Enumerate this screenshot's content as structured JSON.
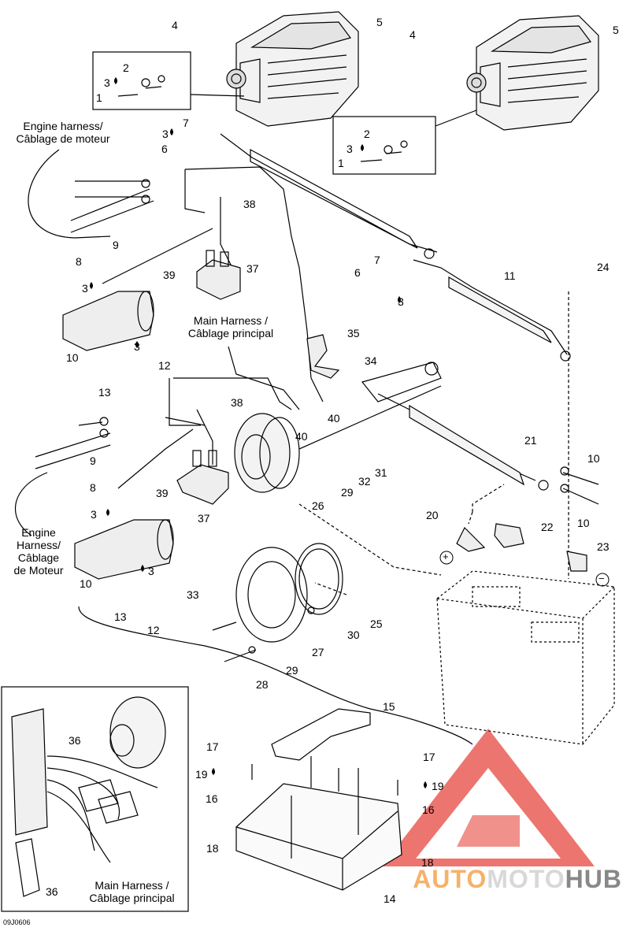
{
  "diagram_code": "09J0606",
  "callouts": {
    "upper_left_engine": [
      "4",
      "5",
      "2",
      "3",
      "1"
    ],
    "upper_right_engine": [
      "4",
      "5",
      "2",
      "3",
      "1"
    ]
  },
  "captions": {
    "engine_harness_top": [
      "Engine harness/",
      "Câblage de moteur"
    ],
    "main_harness_mid": [
      "Main Harness /",
      "Câblage principal"
    ],
    "engine_harness_left": [
      "Engine",
      "Harness/",
      "Câblage",
      "de Moteur"
    ],
    "main_harness_inset": [
      "Main Harness /",
      "Câblage principal"
    ]
  },
  "labels": [
    {
      "id": "l4a",
      "text": "4"
    },
    {
      "id": "l5a",
      "text": "5"
    },
    {
      "id": "l2a",
      "text": "2"
    },
    {
      "id": "l3a",
      "text": "3"
    },
    {
      "id": "l1a",
      "text": "1"
    },
    {
      "id": "l4b",
      "text": "4"
    },
    {
      "id": "l5b",
      "text": "5"
    },
    {
      "id": "l2b",
      "text": "2"
    },
    {
      "id": "l3b",
      "text": "3"
    },
    {
      "id": "l1b",
      "text": "1"
    },
    {
      "id": "l7a",
      "text": "7"
    },
    {
      "id": "l3c",
      "text": "3"
    },
    {
      "id": "l6a",
      "text": "6"
    },
    {
      "id": "l38a",
      "text": "38"
    },
    {
      "id": "l9a",
      "text": "9"
    },
    {
      "id": "l8a",
      "text": "8"
    },
    {
      "id": "l39a",
      "text": "39"
    },
    {
      "id": "l37a",
      "text": "37"
    },
    {
      "id": "l3d",
      "text": "3"
    },
    {
      "id": "l3e",
      "text": "3"
    },
    {
      "id": "l10a",
      "text": "10"
    },
    {
      "id": "l12a",
      "text": "12"
    },
    {
      "id": "l13a",
      "text": "13"
    },
    {
      "id": "l7b",
      "text": "7"
    },
    {
      "id": "l6b",
      "text": "6"
    },
    {
      "id": "l3f",
      "text": "3"
    },
    {
      "id": "l11",
      "text": "11"
    },
    {
      "id": "l24",
      "text": "24"
    },
    {
      "id": "l35",
      "text": "35"
    },
    {
      "id": "l34",
      "text": "34"
    },
    {
      "id": "l38b",
      "text": "38"
    },
    {
      "id": "l40a",
      "text": "40"
    },
    {
      "id": "l40b",
      "text": "40"
    },
    {
      "id": "l21",
      "text": "21"
    },
    {
      "id": "l10b",
      "text": "10"
    },
    {
      "id": "l10c",
      "text": "10"
    },
    {
      "id": "l31",
      "text": "31"
    },
    {
      "id": "l32",
      "text": "32"
    },
    {
      "id": "l29a",
      "text": "29"
    },
    {
      "id": "l26",
      "text": "26"
    },
    {
      "id": "l9b",
      "text": "9"
    },
    {
      "id": "l8b",
      "text": "8"
    },
    {
      "id": "l39b",
      "text": "39"
    },
    {
      "id": "l37b",
      "text": "37"
    },
    {
      "id": "l3g",
      "text": "3"
    },
    {
      "id": "l3h",
      "text": "3"
    },
    {
      "id": "l10d",
      "text": "10"
    },
    {
      "id": "l13b",
      "text": "13"
    },
    {
      "id": "l12b",
      "text": "12"
    },
    {
      "id": "l20",
      "text": "20"
    },
    {
      "id": "l22",
      "text": "22"
    },
    {
      "id": "l23",
      "text": "23"
    },
    {
      "id": "l33",
      "text": "33"
    },
    {
      "id": "l25",
      "text": "25"
    },
    {
      "id": "l30",
      "text": "30"
    },
    {
      "id": "l27",
      "text": "27"
    },
    {
      "id": "l29b",
      "text": "29"
    },
    {
      "id": "l28",
      "text": "28"
    },
    {
      "id": "l36a",
      "text": "36"
    },
    {
      "id": "l36b",
      "text": "36"
    },
    {
      "id": "l15",
      "text": "15"
    },
    {
      "id": "l17a",
      "text": "17"
    },
    {
      "id": "l17b",
      "text": "17"
    },
    {
      "id": "l19a",
      "text": "19"
    },
    {
      "id": "l19b",
      "text": "19"
    },
    {
      "id": "l16a",
      "text": "16"
    },
    {
      "id": "l16b",
      "text": "16"
    },
    {
      "id": "l18a",
      "text": "18"
    },
    {
      "id": "l18b",
      "text": "18"
    },
    {
      "id": "l14",
      "text": "14"
    }
  ],
  "polarity": {
    "plus": "+",
    "minus": "−"
  },
  "watermark": {
    "part1": "AUTO",
    "part2": "MOTO",
    "part3": "HUB"
  },
  "colors": {
    "line": "#000000",
    "watermark_red": "#e8483f",
    "watermark_orange": "#f6b16b",
    "watermark_grey": "#888888"
  }
}
